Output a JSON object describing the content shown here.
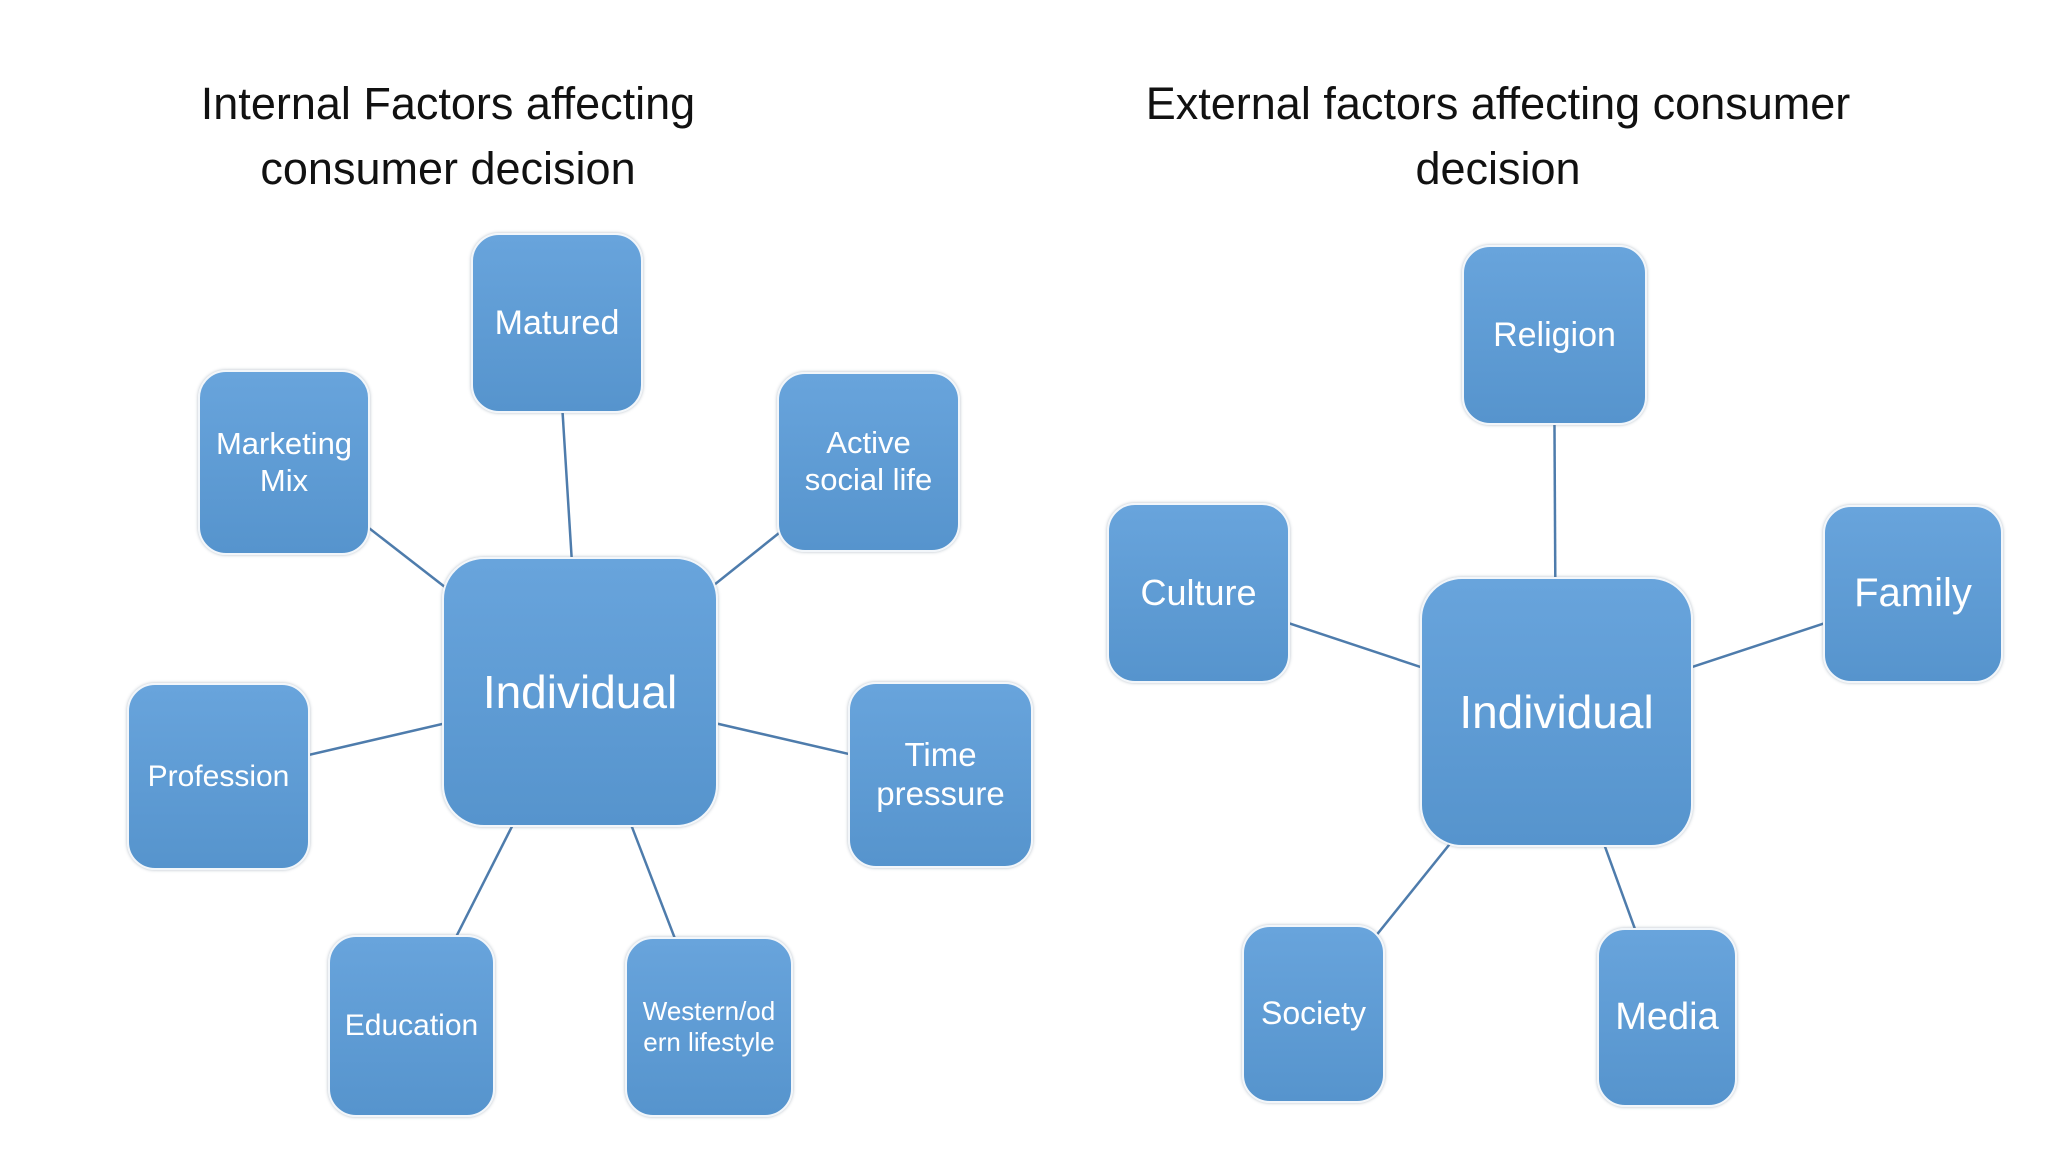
{
  "colors": {
    "node_fill_top": "#68a4dc",
    "node_fill_bottom": "#5694cd",
    "node_border": "#f2f6fa",
    "node_text": "#ffffff",
    "connector": "#4e7cac",
    "title_text": "#111111",
    "background": "#ffffff"
  },
  "diagrams": [
    {
      "id": "internal",
      "title": "Internal Factors affecting consumer decision",
      "center_label": "Individual",
      "satellites": [
        {
          "id": "matured",
          "label": "Matured"
        },
        {
          "id": "marketing-mix",
          "label": "Marketing Mix"
        },
        {
          "id": "active-social-life",
          "label": "Active social life"
        },
        {
          "id": "profession",
          "label": "Profession"
        },
        {
          "id": "time-pressure",
          "label": "Time pressure"
        },
        {
          "id": "education",
          "label": "Education"
        },
        {
          "id": "western-modern-lifestyle",
          "label": "Western/od ern lifestyle"
        }
      ]
    },
    {
      "id": "external",
      "title": "External factors affecting consumer decision",
      "center_label": "Individual",
      "satellites": [
        {
          "id": "religion",
          "label": "Religion"
        },
        {
          "id": "culture",
          "label": "Culture"
        },
        {
          "id": "family",
          "label": "Family"
        },
        {
          "id": "society",
          "label": "Society"
        },
        {
          "id": "media",
          "label": "Media"
        }
      ]
    }
  ]
}
